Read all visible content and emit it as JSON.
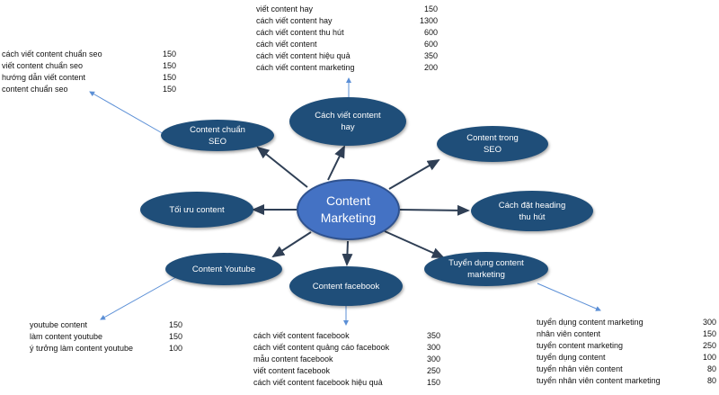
{
  "center": {
    "label": "Content Marketing"
  },
  "nodes": {
    "cach_viet": "Cách viết content hay",
    "chuan_seo": "Content chuẩn SEO",
    "trong_seo": "Content trong SEO",
    "toi_uu": "Tối ưu content",
    "heading": "Cách đặt heading thu hút",
    "youtube": "Content Youtube",
    "facebook": "Content facebook",
    "tuyen_dung": "Tuyển dụng content marketing"
  },
  "keyword_groups": {
    "top": [
      {
        "keyword": "viết content hay",
        "volume": "150"
      },
      {
        "keyword": "cách viết content hay",
        "volume": "1300"
      },
      {
        "keyword": "cách viết content thu hút",
        "volume": "600"
      },
      {
        "keyword": "cách viết content",
        "volume": "600"
      },
      {
        "keyword": "cách viết content hiệu quả",
        "volume": "350"
      },
      {
        "keyword": "cách viết content marketing",
        "volume": "200"
      }
    ],
    "seo": [
      {
        "keyword": "cách viết content chuẩn seo",
        "volume": "150"
      },
      {
        "keyword": "viết content chuẩn seo",
        "volume": "150"
      },
      {
        "keyword": "hướng dẫn viết content",
        "volume": "150"
      },
      {
        "keyword": "content chuẩn seo",
        "volume": "150"
      }
    ],
    "youtube": [
      {
        "keyword": "youtube content",
        "volume": "150"
      },
      {
        "keyword": "làm content youtube",
        "volume": "150"
      },
      {
        "keyword": "ý tưởng làm content youtube",
        "volume": "100"
      }
    ],
    "facebook": [
      {
        "keyword": "cách viết content facebook",
        "volume": "350"
      },
      {
        "keyword": "cách viết content quảng cáo facebook",
        "volume": "300"
      },
      {
        "keyword": "mẫu content facebook",
        "volume": "300"
      },
      {
        "keyword": "viết content facebook",
        "volume": "250"
      },
      {
        "keyword": "cách viết content facebook hiệu quả",
        "volume": "150"
      }
    ],
    "tuyen_dung": [
      {
        "keyword": "tuyển dụng content marketing",
        "volume": "300"
      },
      {
        "keyword": "nhân viên content",
        "volume": "150"
      },
      {
        "keyword": "tuyển content marketing",
        "volume": "250"
      },
      {
        "keyword": "tuyển dụng content",
        "volume": "100"
      },
      {
        "keyword": "tuyển nhân viên content",
        "volume": "80"
      },
      {
        "keyword": "tuyển nhân viên content marketing",
        "volume": "80"
      }
    ]
  },
  "colors": {
    "node": "#1f4e79",
    "center": "#4472c4",
    "arrow_main": "#2f3f55",
    "arrow_thin": "#5b8fd6"
  }
}
